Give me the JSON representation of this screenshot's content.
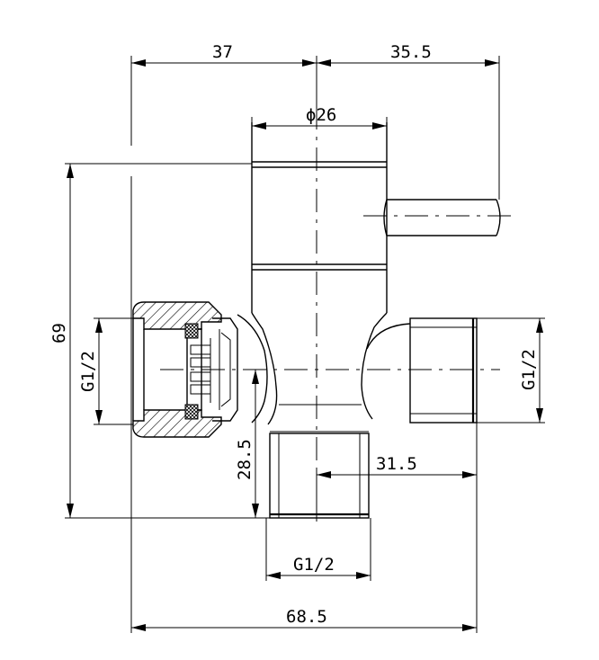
{
  "dimensions": {
    "top_left_width": "37",
    "top_right_width": "35.5",
    "body_diameter": "ϕ26",
    "total_height": "69",
    "left_thread": "G1/2",
    "right_thread": "G1/2",
    "bottom_thread": "G1/2",
    "outlet_height": "28.5",
    "outlet_offset": "31.5",
    "total_width": "68.5"
  },
  "colors": {
    "line": "#000000",
    "background": "#ffffff"
  }
}
